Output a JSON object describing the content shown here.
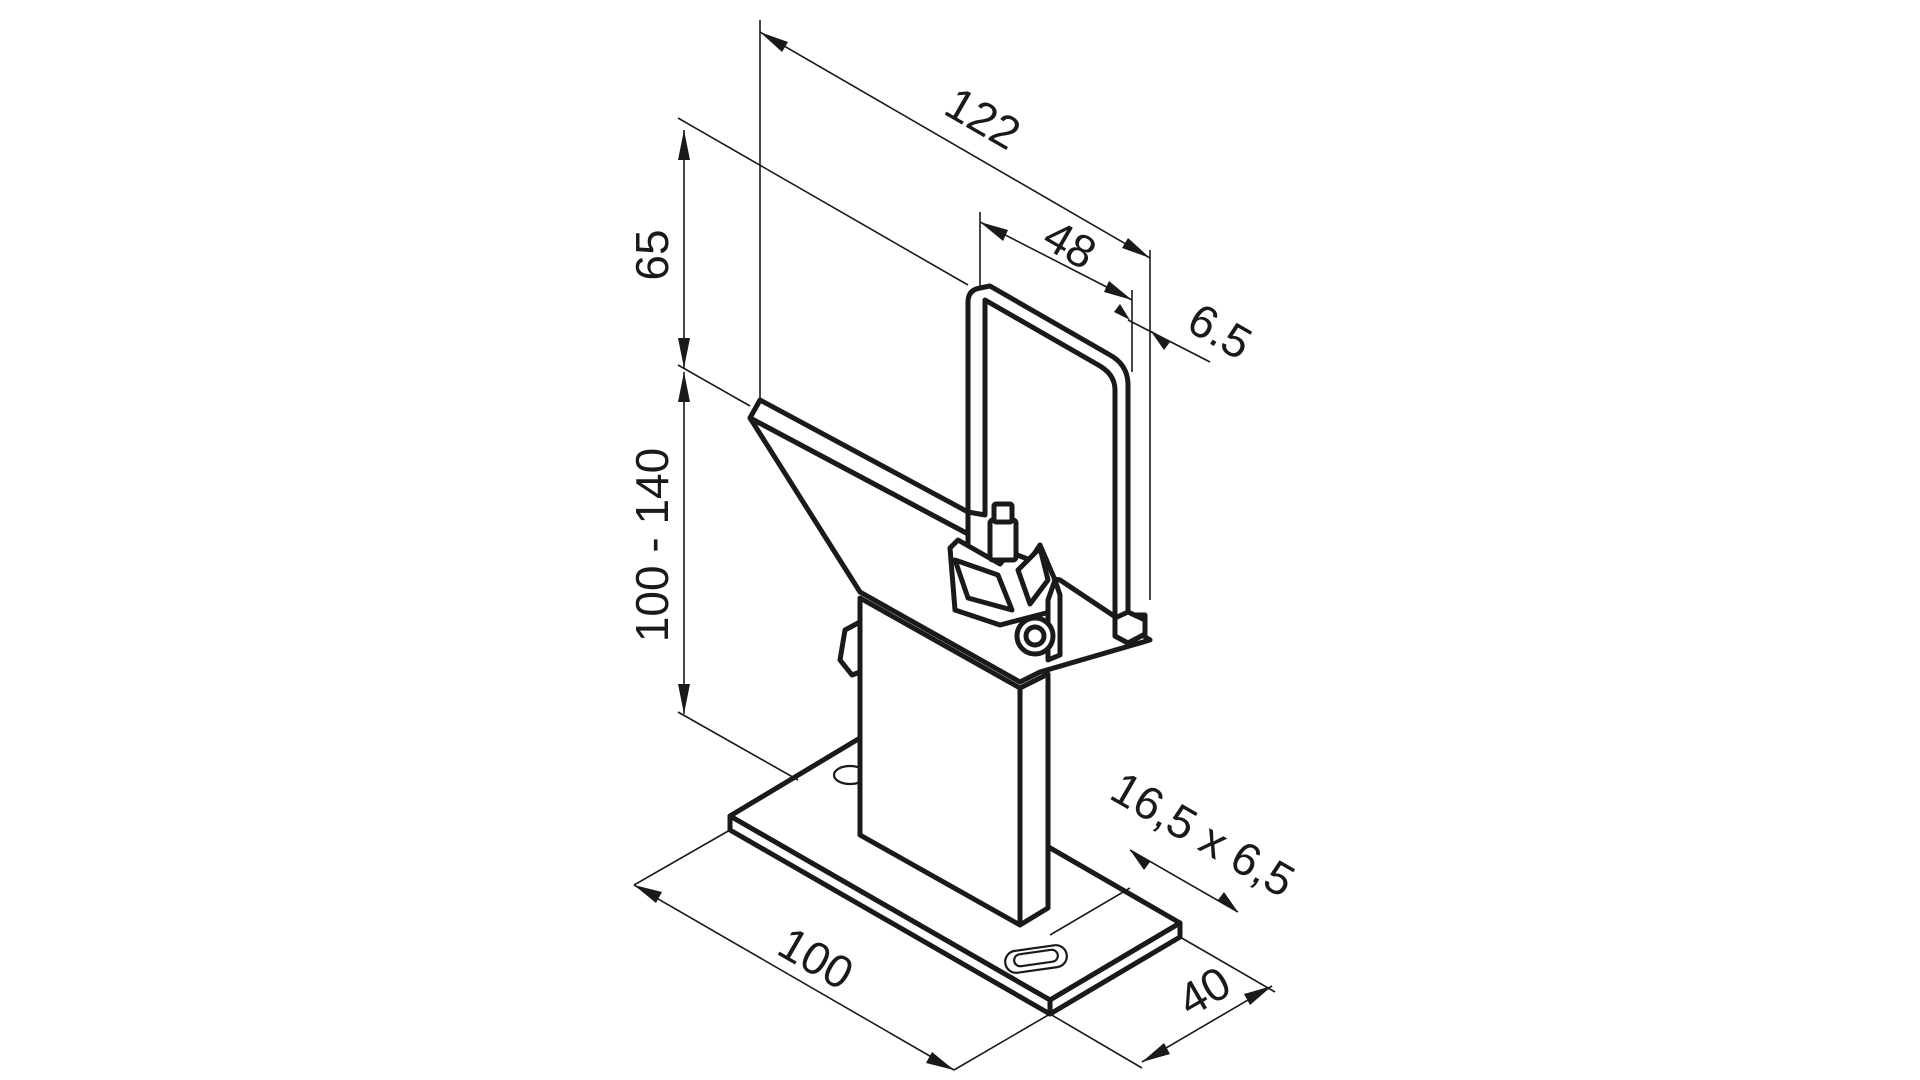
{
  "dimensions": {
    "overall_length": "122",
    "clamp_width": "48",
    "plate_thickness": "6.5",
    "upper_height": "65",
    "height_range": "100 - 140",
    "slot_size": "16,5 x 6,5",
    "base_length": "100",
    "base_width": "40"
  }
}
